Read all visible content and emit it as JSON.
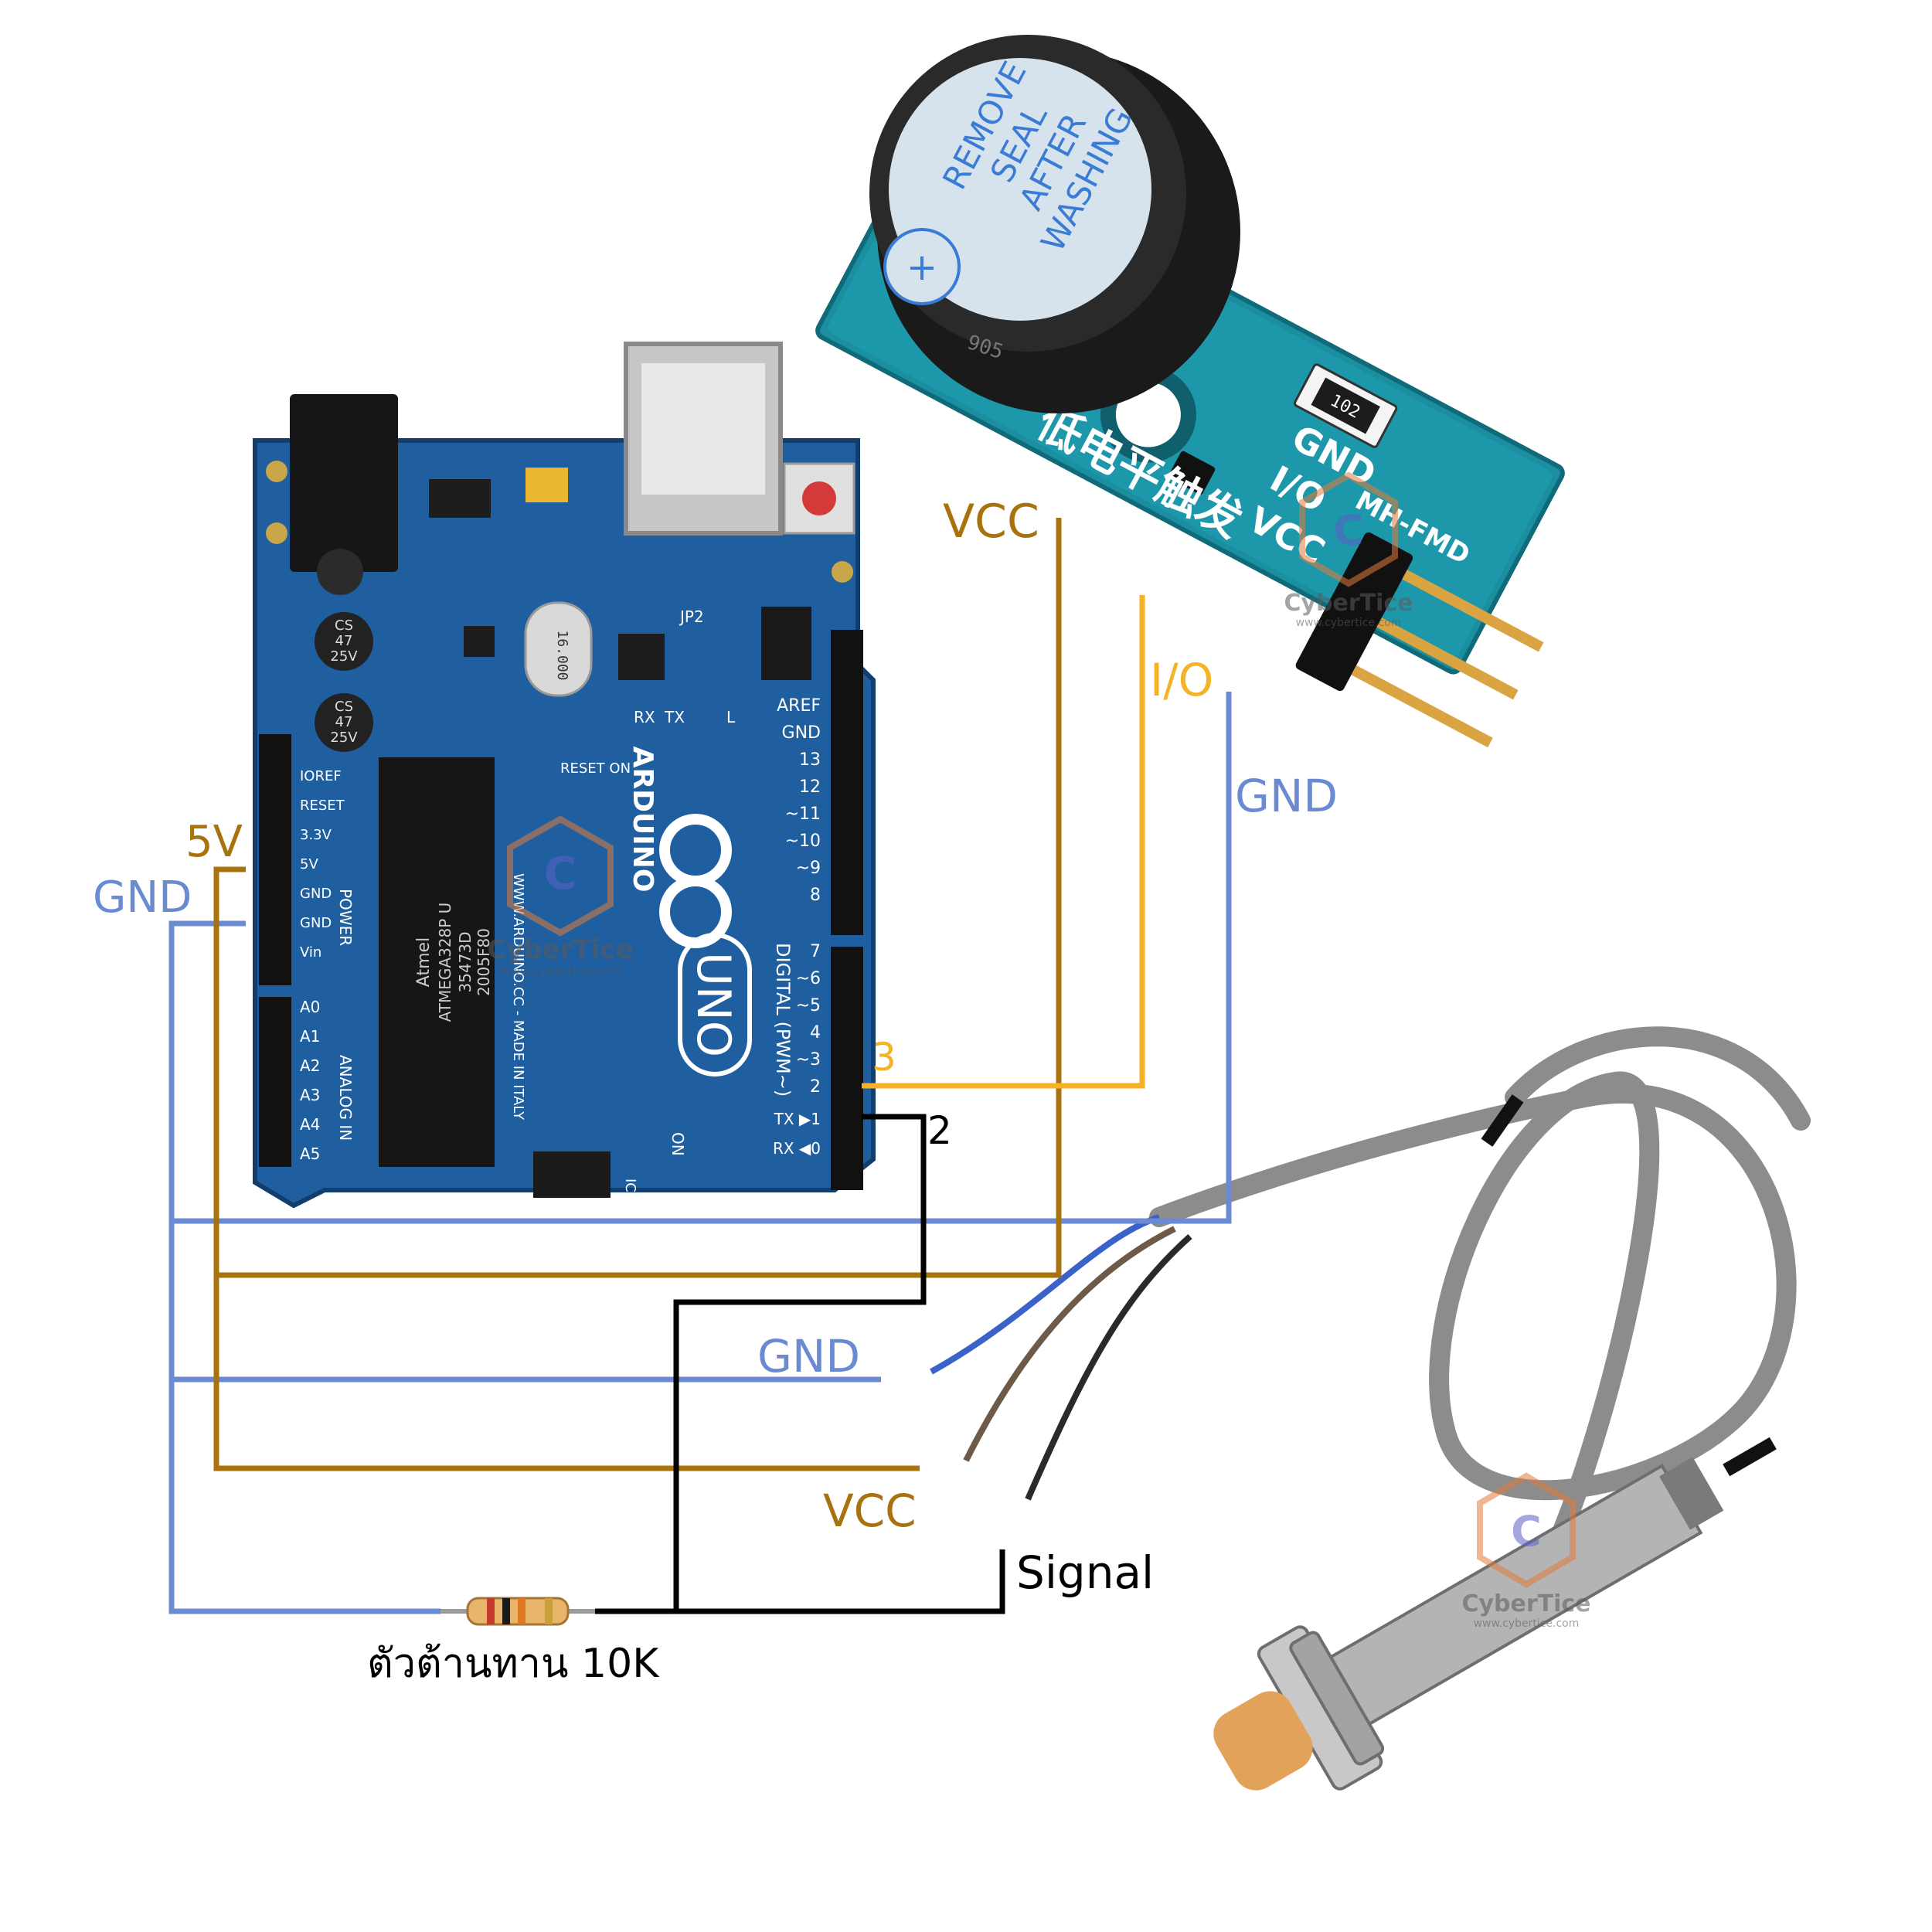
{
  "colors": {
    "vcc": "#A8720E",
    "gnd": "#6A8BD2",
    "io": "#F4B224",
    "signal": "#000000",
    "board": "#1F5FA0",
    "buzzer_pcb": "#1B8EA0",
    "cable": "#8C8C8C"
  },
  "arduino": {
    "brand": "ARDUINO",
    "model": "UNO",
    "made_in": "WWW.ARDUINO.CC - MADE IN ITALY",
    "chip_brand": "Atmel",
    "chip_line1": "ATMEGA328P U",
    "chip_line2": "35473D",
    "chip_line3": "2005F80",
    "crystal": "16.000",
    "cap_label": [
      "CS",
      "47",
      "25V"
    ],
    "jp2": "JP2",
    "icsp": "ICSP",
    "on": "ON",
    "l_label": "L",
    "reset_on": "RESET ON",
    "rx": "RX",
    "tx": "TX",
    "digital": "DIGITAL (PWM~)",
    "power": "POWER",
    "analog_in": "ANALOG IN",
    "power_pins": [
      "IOREF",
      "RESET",
      "3.3V",
      "5V",
      "GND",
      "GND",
      "Vin"
    ],
    "analog_pins": [
      "A0",
      "A1",
      "A2",
      "A3",
      "A4",
      "A5"
    ],
    "digital_top": [
      "AREF",
      "GND",
      "13",
      "12",
      "~11",
      "~10",
      "~9",
      "8"
    ],
    "digital_bottom": [
      "7",
      "~6",
      "~5",
      "4",
      "~3",
      "2",
      "TX ▶1",
      "RX ◀0"
    ]
  },
  "buzzer": {
    "sticker_lines": [
      "REMOVE",
      "SEAL",
      "AFTER",
      "WASHING"
    ],
    "chinese": "低电平触发",
    "model": "MH-FMD",
    "resistor": "102",
    "pins": [
      "GND",
      "I/O",
      "VCC"
    ],
    "can_code": "905"
  },
  "wiring_labels": {
    "buzzer_vcc": "VCC",
    "buzzer_io": "I/O",
    "buzzer_gnd": "GND",
    "arduino_5v": "5V",
    "arduino_gnd": "GND",
    "pin3": "3",
    "pin2": "2",
    "sensor_gnd": "GND",
    "sensor_vcc": "VCC",
    "sensor_signal": "Signal",
    "resistor": "ตัวต้านทาน 10K"
  },
  "watermark": {
    "brand": "CyberTice",
    "url": "www.cybertice.com"
  }
}
